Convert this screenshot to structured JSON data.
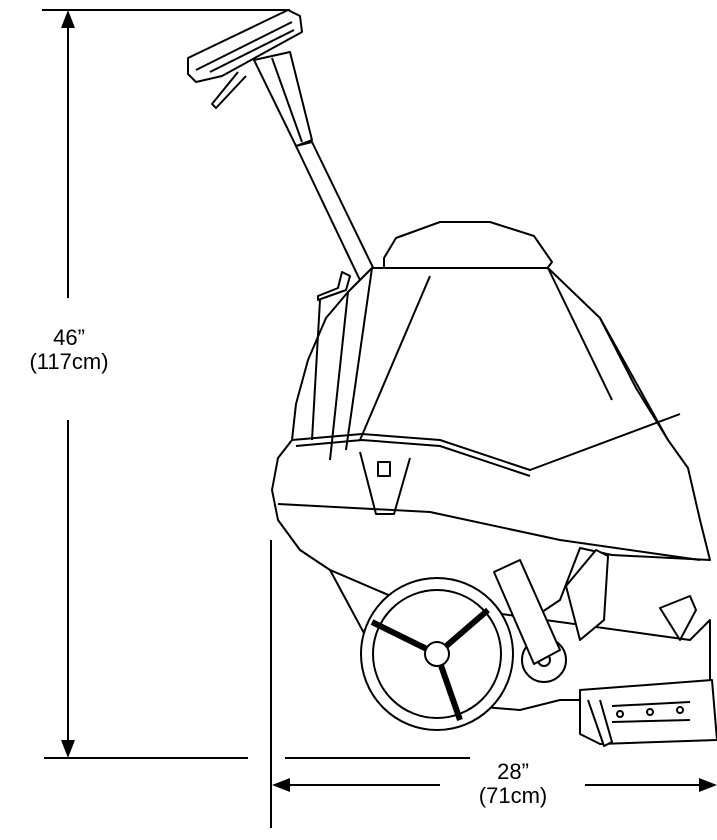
{
  "dimensions": {
    "height": {
      "imperial": "46”",
      "metric": "(117cm)"
    },
    "width": {
      "imperial": "28”",
      "metric": "(71cm)"
    }
  },
  "colors": {
    "line": "#000000",
    "background": "#ffffff"
  }
}
